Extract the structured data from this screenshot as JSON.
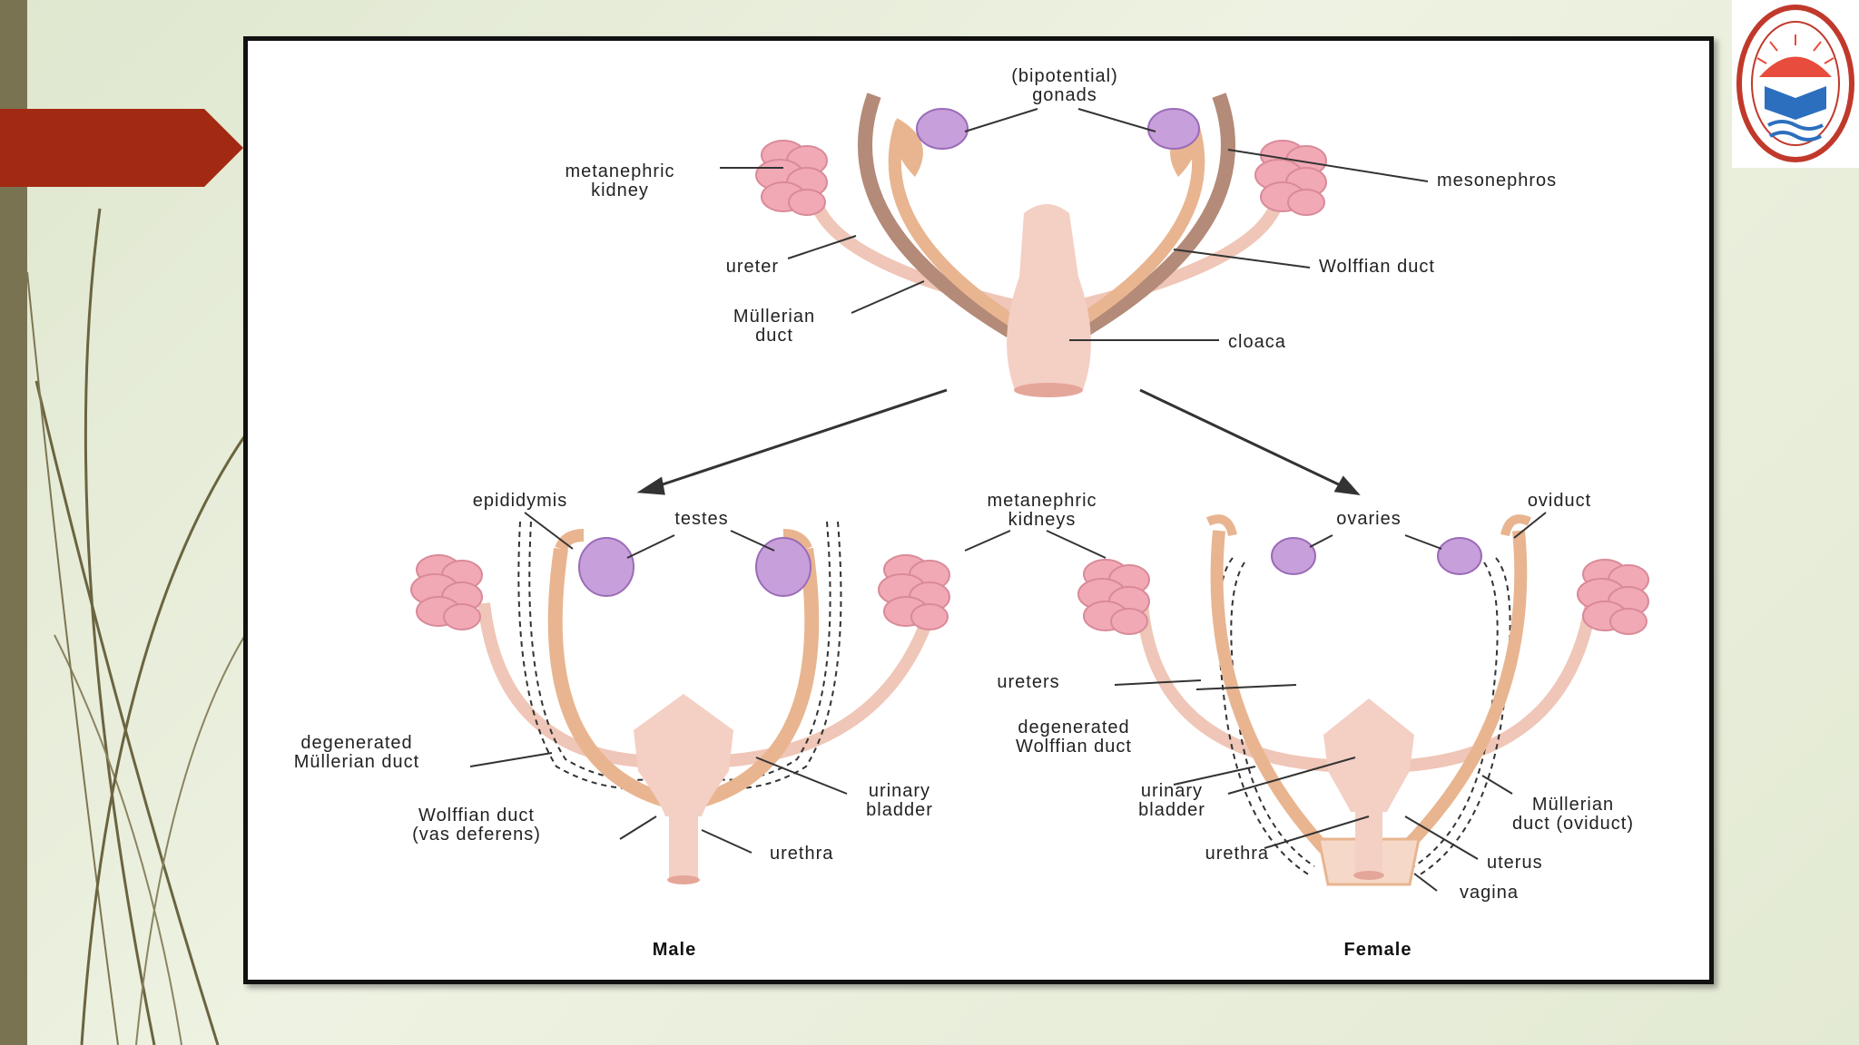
{
  "diagram": {
    "labels": {
      "gonads": [
        "(bipotential)",
        "gonads"
      ],
      "metanephric_kidney": [
        "metanephric",
        "kidney"
      ],
      "mesonephros": "mesonephros",
      "ureter": "ureter",
      "wolffian_duct": "Wolffian duct",
      "mullerian_duct": [
        "Müllerian",
        "duct"
      ],
      "cloaca": "cloaca",
      "epididymis": "epididymis",
      "testes": "testes",
      "metanephric_kidneys": [
        "metanephric",
        "kidneys"
      ],
      "ovaries": "ovaries",
      "oviduct": "oviduct",
      "ureters": "ureters",
      "degenerated_mullerian_duct": [
        "degenerated",
        "Müllerian duct"
      ],
      "degenerated_wolffian_duct": [
        "degenerated",
        "Wolffian duct"
      ],
      "male_urinary_bladder": [
        "urinary",
        "bladder"
      ],
      "female_urinary_bladder": [
        "urinary",
        "bladder"
      ],
      "wolffian_vas_deferens": [
        "Wolffian duct",
        "(vas deferens)"
      ],
      "mullerian_oviduct": [
        "Müllerian",
        "duct (oviduct)"
      ],
      "male_urethra": "urethra",
      "female_urethra": "urethra",
      "uterus": "uterus",
      "vagina": "vagina"
    },
    "captions": {
      "male": "Male",
      "female": "Female"
    }
  },
  "colors": {
    "kidney": "#f2a9b6",
    "kidney_stroke": "#d98a99",
    "duct": "#efc6b7",
    "wolffian_dark": "#b48a78",
    "mullerian_tan": "#e8b590",
    "gonad": "#c79fda",
    "gonad_stroke": "#9b6bb8",
    "accent_red": "#a32a12",
    "side_bar": "#7a7352"
  },
  "logo": {
    "icon": "university-seal-icon"
  }
}
